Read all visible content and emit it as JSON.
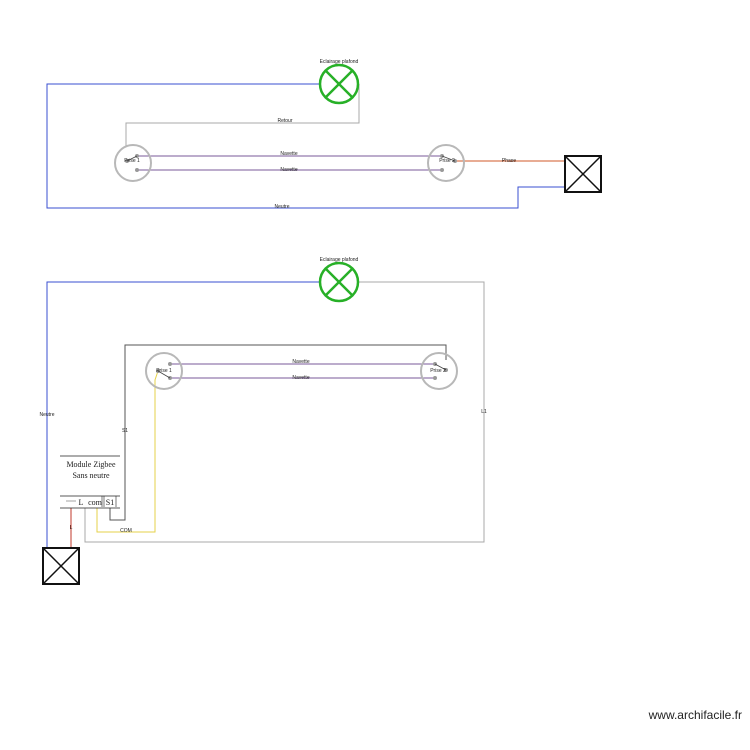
{
  "diagram1": {
    "lamp_label": "Eclairage plafond",
    "retour_label": "Retour",
    "switch1_label": "Prise 1",
    "switch2_label": "Prise 2",
    "navette1_label": "Navette",
    "navette2_label": "Navette",
    "phase_label": "Phase",
    "neutre_label": "Neutre"
  },
  "diagram2": {
    "lamp_label": "Eclairage plafond",
    "switch1_label": "Prise 1",
    "switch2_label": "Prise 2",
    "navette1_label": "Navette",
    "navette2_label": "Navette",
    "neutre_label": "Neutre",
    "l1_label": "L1",
    "s1_label": "S1",
    "com_label": "COM",
    "l_label": "L",
    "module_line1": "Module Zigbee",
    "module_line2": "Sans neutre",
    "terminal_l": "L",
    "terminal_com": "com",
    "terminal_s1": "S1"
  },
  "colors": {
    "neutre": "#3a4fd0",
    "phase": "#d0582a",
    "navette": "#7a5a9a",
    "retour": "#a8a8a8",
    "lamp": "#27b027",
    "yellow": "#e6d24a",
    "red": "#c0392b"
  },
  "watermark": "www.archifacile.fr"
}
